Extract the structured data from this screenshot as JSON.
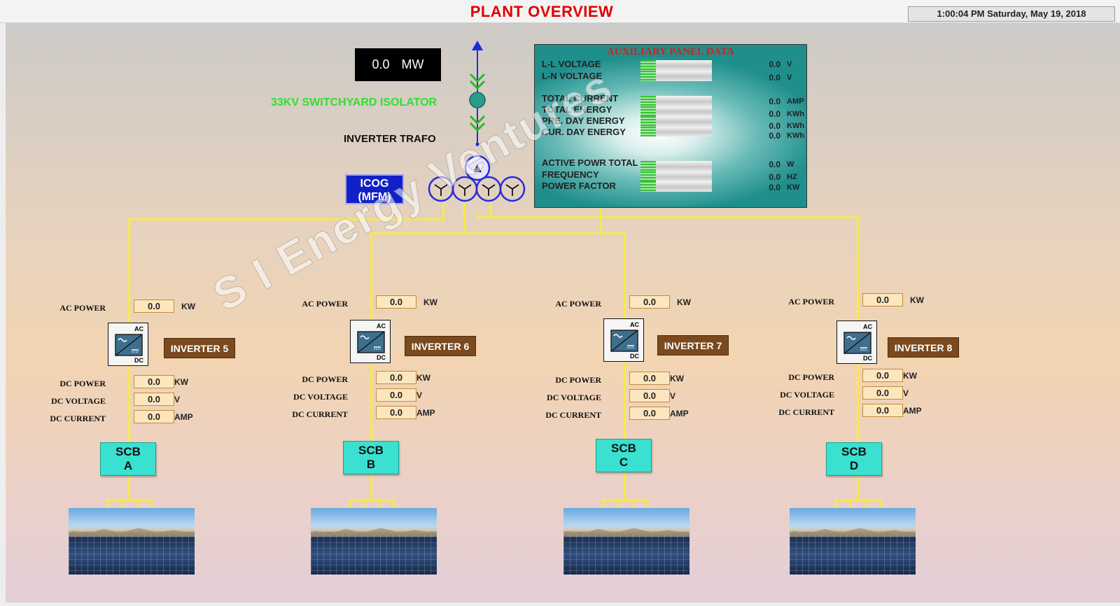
{
  "header": {
    "title": "PLANT OVERVIEW",
    "datetime": "1:00:04 PM Saturday, May 19, 2018"
  },
  "plant": {
    "power_value": "0.0",
    "power_unit": "MW",
    "switchyard_label": "33KV SWITCHYARD ISOLATOR",
    "trafo_label": "INVERTER TRAFO",
    "icog_line1": "ICOG",
    "icog_line2": "(MFM)"
  },
  "aux_panel": {
    "title": "AUXILIARY PANEL DATA",
    "rows": [
      {
        "label": "L-L VOLTAGE",
        "value": "0.0",
        "unit": "V",
        "fill": 0.22
      },
      {
        "label": "L-N VOLTAGE",
        "value": "0.0",
        "unit": "V",
        "fill": 0.22
      },
      {
        "label": "TOTAL CURRENT",
        "value": "0.0",
        "unit": "AMP",
        "fill": 0.22
      },
      {
        "label": "TOTAL ENERGY",
        "value": "0.0",
        "unit": "KWh",
        "fill": 0.22
      },
      {
        "label": "PRE. DAY ENERGY",
        "value": "0.0",
        "unit": "KWh",
        "fill": 0.22
      },
      {
        "label": "CUR. DAY ENERGY",
        "value": "0.0",
        "unit": "KWh",
        "fill": 0.22
      },
      {
        "label": "ACTIVE POWR TOTAL",
        "value": "0.0",
        "unit": "W",
        "fill": 0.22
      },
      {
        "label": "FREQUENCY",
        "value": "0.0",
        "unit": "HZ",
        "fill": 0.22
      },
      {
        "label": "POWER FACTOR",
        "value": "0.0",
        "unit": "KW",
        "fill": 0.22
      }
    ]
  },
  "labels": {
    "ac_power": "AC POWER",
    "dc_power": "DC POWER",
    "dc_voltage": "DC VOLTAGE",
    "dc_current": "DC CURRENT",
    "ac": "AC",
    "dc": "DC",
    "unit_kw": "KW",
    "unit_v": "V",
    "unit_amp": "AMP"
  },
  "inverters": [
    {
      "name": "INVERTER 5",
      "ac_power": "0.0",
      "dc_power": "0.0",
      "dc_voltage": "0.0",
      "dc_current": "0.0",
      "scb_line1": "SCB",
      "scb_line2": "A"
    },
    {
      "name": "INVERTER 6",
      "ac_power": "0.0",
      "dc_power": "0.0",
      "dc_voltage": "0.0",
      "dc_current": "0.0",
      "scb_line1": "SCB",
      "scb_line2": "B"
    },
    {
      "name": "INVERTER 7",
      "ac_power": "0.0",
      "dc_power": "0.0",
      "dc_voltage": "0.0",
      "dc_current": "0.0",
      "scb_line1": "SCB",
      "scb_line2": "C"
    },
    {
      "name": "INVERTER 8",
      "ac_power": "0.0",
      "dc_power": "0.0",
      "dc_voltage": "0.0",
      "dc_current": "0.0",
      "scb_line1": "SCB",
      "scb_line2": "D"
    }
  ],
  "watermark": "S I Energy Ventures"
}
